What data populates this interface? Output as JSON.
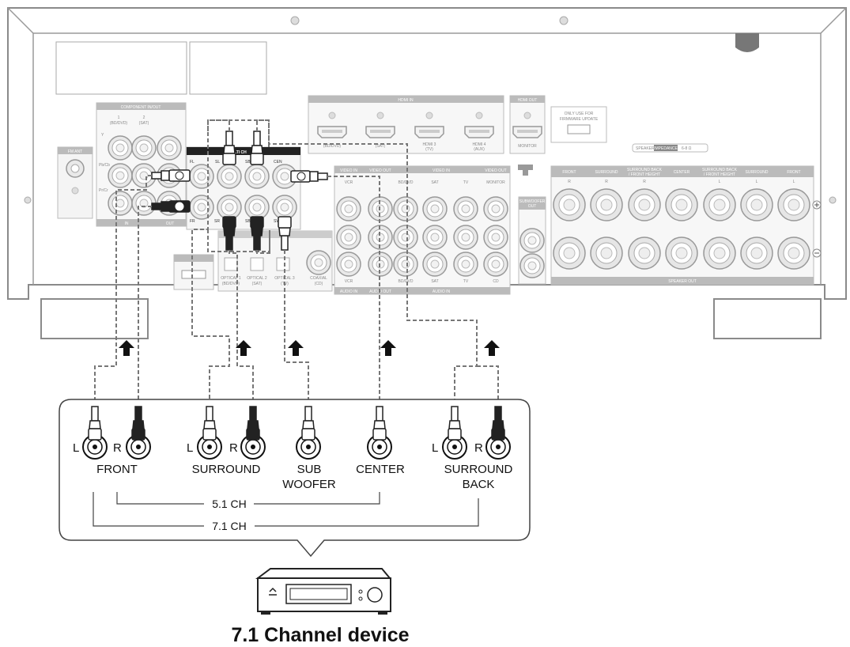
{
  "receiver": {
    "component": "COMPONENT IN/OUT",
    "component_1": "1",
    "component_1b": "(BD/DVD)",
    "component_2": "2",
    "component_2b": "(SAT)",
    "comp_y": "Y",
    "comp_pb": "Pb/Cb",
    "comp_pr": "Pr/Cr",
    "comp_in": "IN",
    "comp_out": "OUT",
    "fm_ant": "FM ANT",
    "multi_ch": "MULTI CH",
    "fl": "FL",
    "fr": "FR",
    "sl": "SL",
    "sr": "SR",
    "sbl": "SBL",
    "sbr": "SBR",
    "cen": "CEN",
    "sw": "SW",
    "hdmi_in": "HDMI IN",
    "hdmi1": "(BD/DVD)",
    "hdmi2": "(SAT)",
    "hdmi3a": "HDMI 3",
    "hdmi3b": "(TV)",
    "hdmi4a": "HDMI 4",
    "hdmi4b": "(AUX)",
    "hdmi_out": "HDMI OUT",
    "monitor": "MONITOR",
    "firmware_a": "ONLY USE FOR",
    "firmware_b": "FIRMWARE UPDATE",
    "impedance_a": "SPEAKER",
    "impedance_b": "IMPEDANCE",
    "impedance_c": "6-8 Ω",
    "video_in_a": "VIDEO IN",
    "video_out_a": "VIDEO OUT",
    "video_in_b": "VIDEO IN",
    "video_out_b": "VIDEO OUT",
    "vcr": "VCR",
    "vcr2": "VCR",
    "bddvd": "BD/DVD",
    "bddvd2": "BD/DVD",
    "sat": "SAT",
    "sat2": "SAT",
    "tv": "TV",
    "tv2": "TV",
    "monitor2": "MONITOR",
    "cd": "CD",
    "audio_in": "AUDIO IN",
    "audio_out": "AUDIO OUT",
    "audio_in2": "AUDIO IN",
    "opt1a": "OPTICAL 1",
    "opt1b": "(BD/DVD)",
    "opt2a": "OPTICAL 2",
    "opt2b": "(SAT)",
    "opt3a": "OPTICAL 3",
    "opt3b": "(TV)",
    "coaxa": "COAXIAL",
    "coaxb": "(CD)",
    "sub_out_a": "SUBWOOFER",
    "sub_out_b": "OUT",
    "sp_front_r": "FRONT",
    "sp_sur_r": "SURROUND",
    "sp_sb_r_a": "SURROUND BACK",
    "sp_sb_r_b": "/ FRONT HEIGHT",
    "sp_center": "CENTER",
    "sp_sb_l_a": "SURROUND BACK",
    "sp_sb_l_b": "/ FRONT HEIGHT",
    "sp_sur_l": "SURROUND",
    "sp_front_l": "FRONT",
    "sp_r": "R",
    "sp_l": "L",
    "speaker_out": "SPEAKER OUT"
  },
  "labels": {
    "l": "L",
    "r": "R",
    "front": "FRONT",
    "surround": "SURROUND",
    "sub": "SUB",
    "woofer": "WOOFER",
    "center": "CENTER",
    "surround_back_1": "SURROUND",
    "surround_back_2": "BACK",
    "ch51": "5.1 CH",
    "ch71": "7.1 CH",
    "device": "7.1 Channel device"
  },
  "colors": {
    "line": "#777777",
    "panel_stroke": "#888888",
    "jack_fill": "#e8e8e8",
    "dark_label": "#bbbbbb"
  }
}
